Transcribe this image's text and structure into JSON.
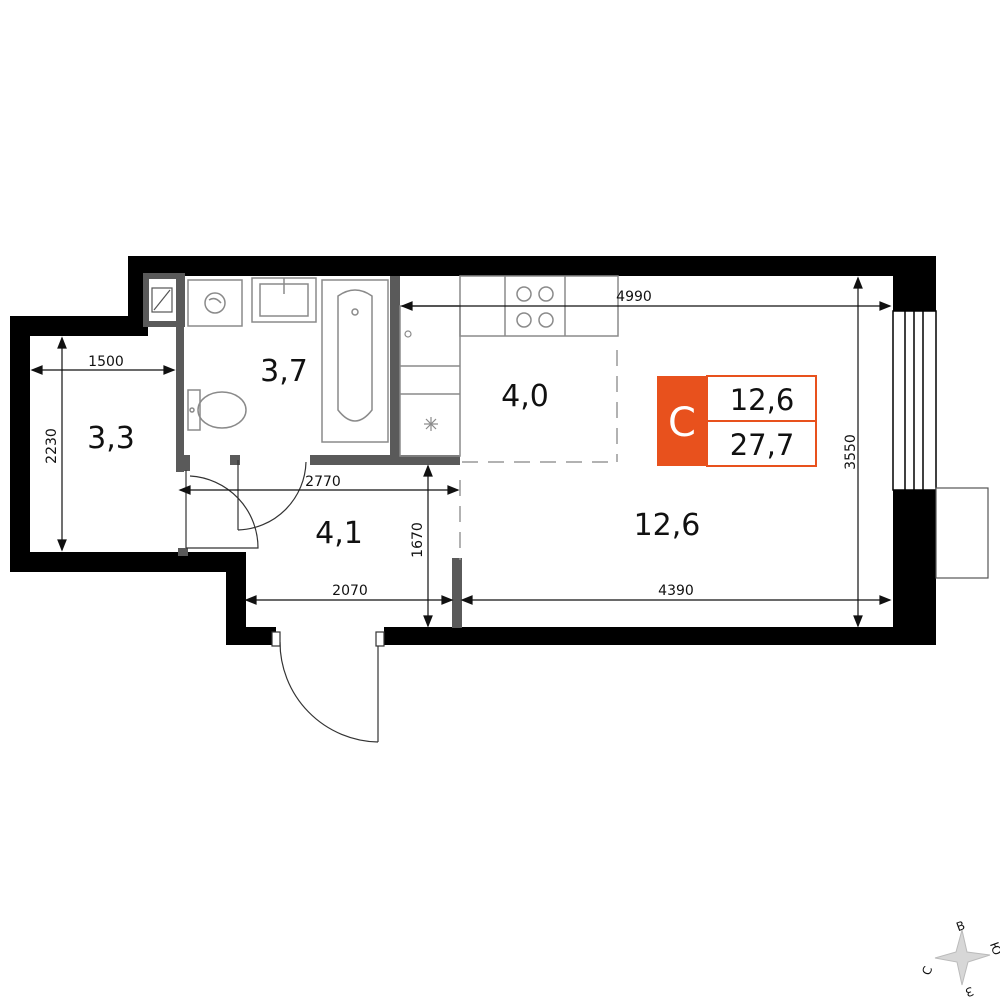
{
  "rooms": {
    "bathroom_area": "3,7",
    "storage_area": "3,3",
    "kitchen_area": "4,0",
    "hall_area": "4,1",
    "living_area": "12,6"
  },
  "dimensions": {
    "total_width": "4990",
    "height_right": "3550",
    "storage_width": "1500",
    "storage_height": "2230",
    "hall_width": "2770",
    "hall_depth": "1670",
    "entry_width": "2070",
    "living_width": "4390"
  },
  "badge": {
    "letter": "С",
    "living_area": "12,6",
    "total_area": "27,7",
    "color": "#e8511d"
  },
  "compass": {
    "north": "С",
    "east": "В",
    "south": "Ю",
    "west": "З"
  },
  "colors": {
    "wall": "#000000",
    "partition": "#5a5a5a",
    "fixture": "#8a8a8a"
  }
}
